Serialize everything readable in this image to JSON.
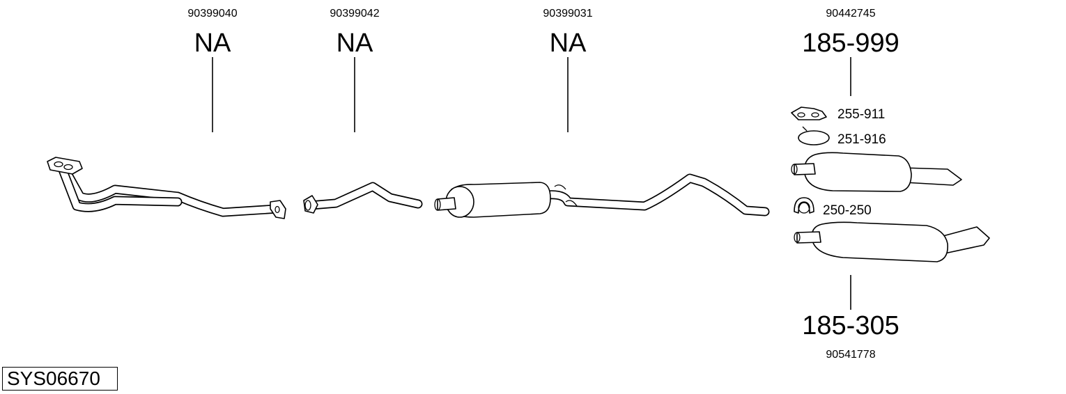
{
  "parts": [
    {
      "oem": "90399040",
      "code": "NA"
    },
    {
      "oem": "90399042",
      "code": "NA"
    },
    {
      "oem": "90399031",
      "code": "NA"
    },
    {
      "oem": "90442745",
      "code": "185-999"
    },
    {
      "oem": "90541778",
      "code": "185-305"
    }
  ],
  "accessories": [
    {
      "code": "255-911"
    },
    {
      "code": "251-916"
    },
    {
      "code": "250-250"
    }
  ],
  "system_code": "SYS06670"
}
